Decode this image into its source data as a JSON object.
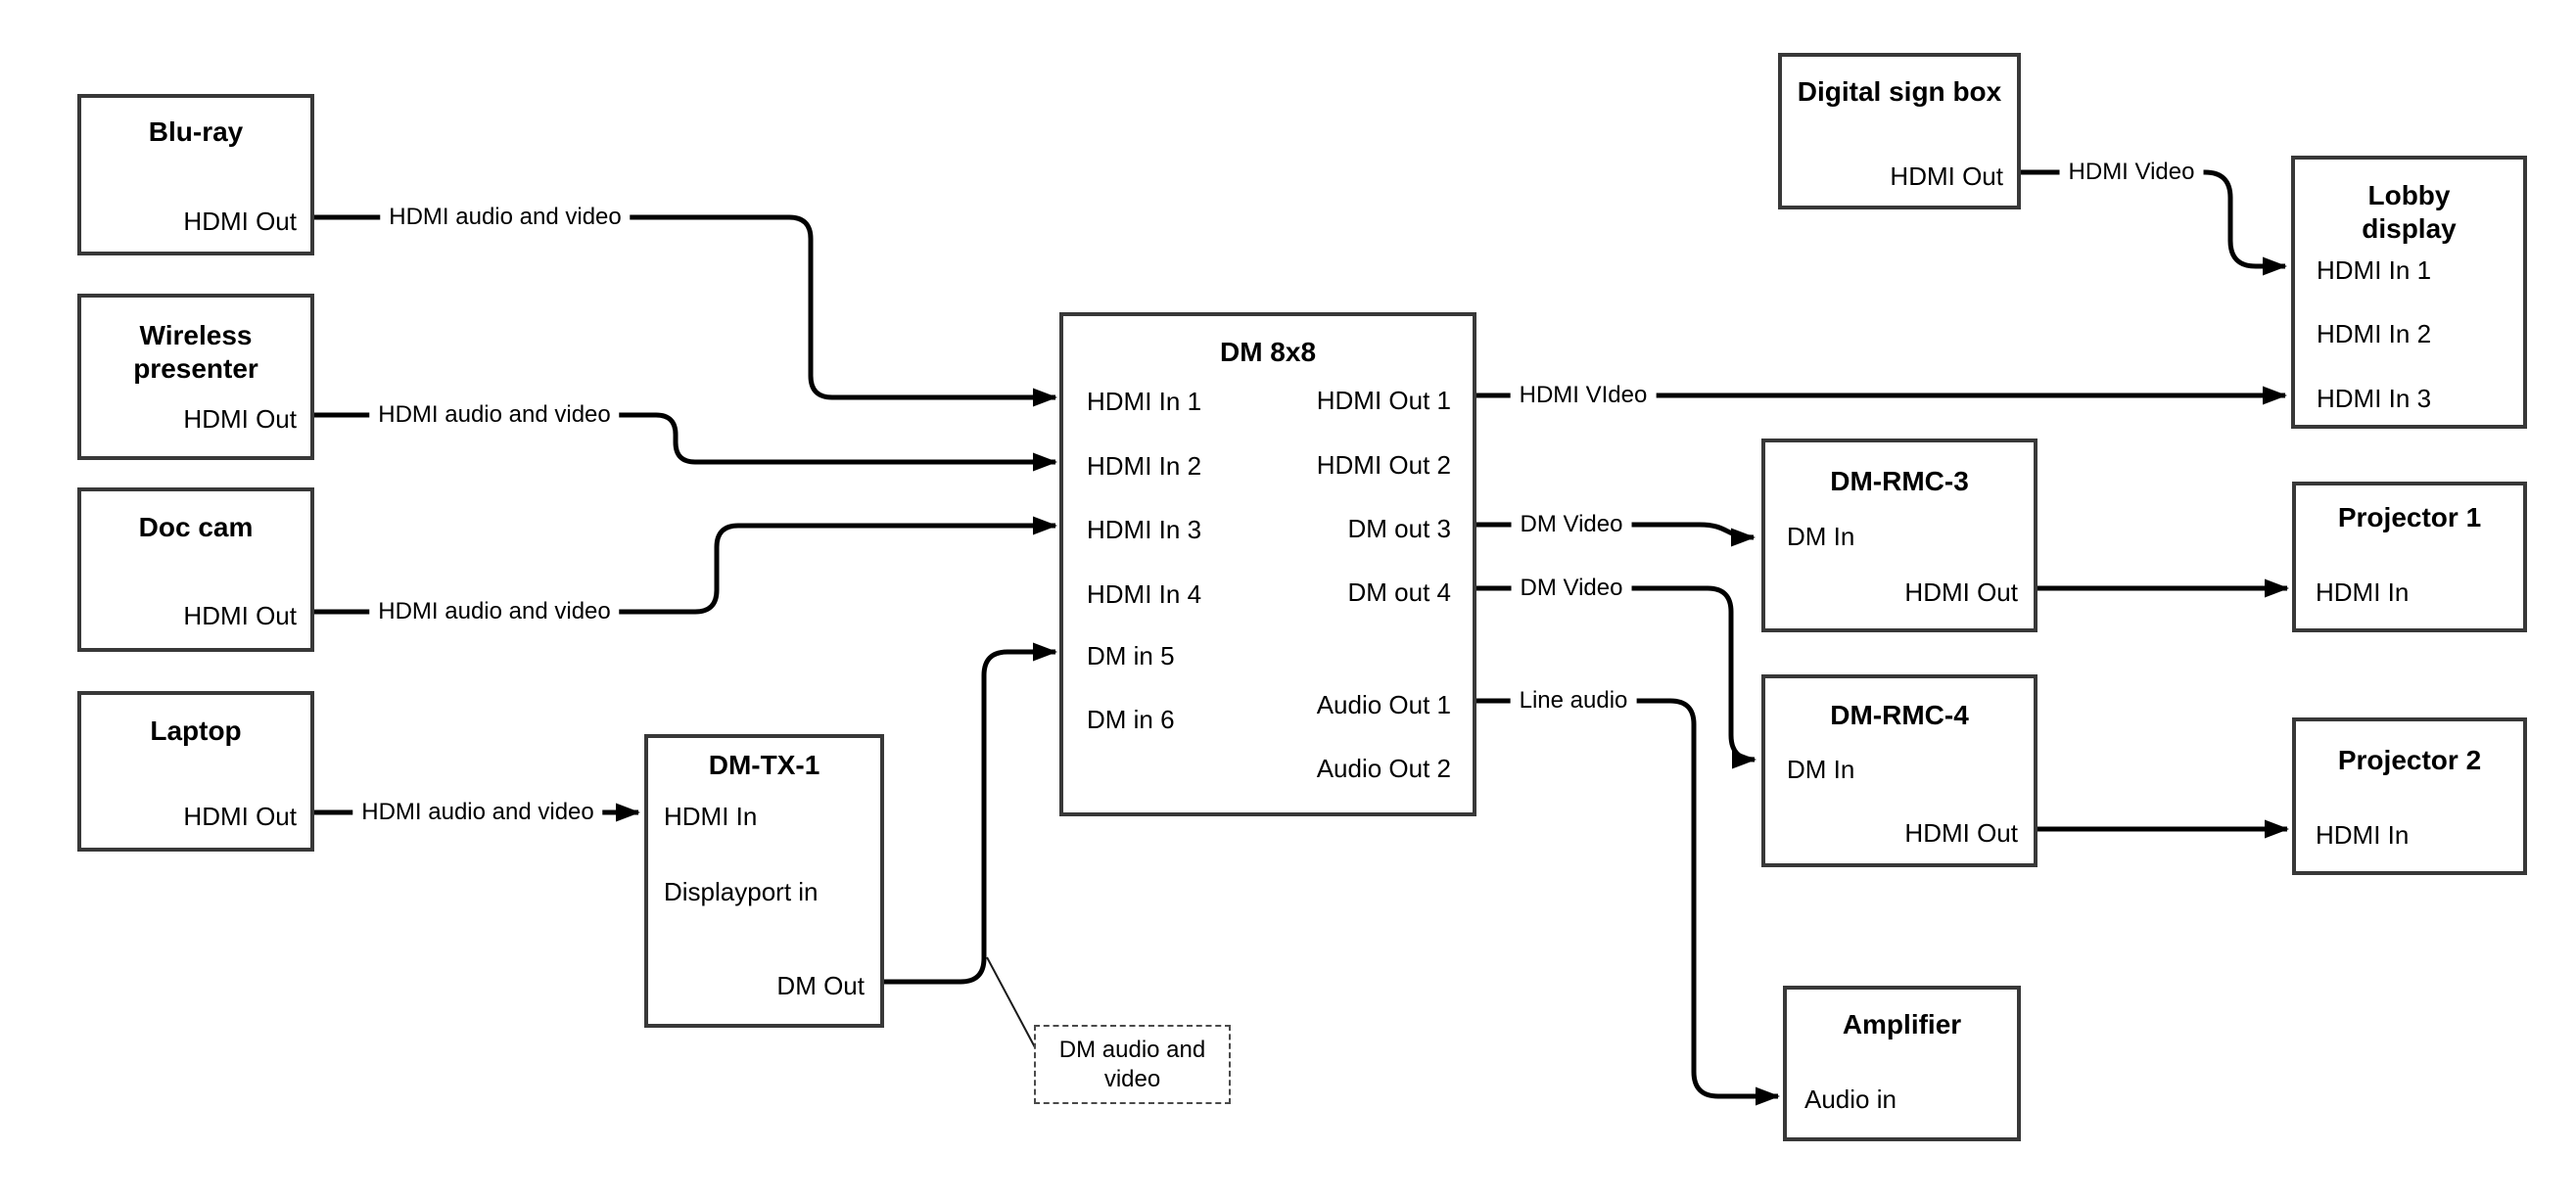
{
  "colors": {
    "background": "#ffffff",
    "line": "#000000",
    "box_border": "#383838",
    "text": "#000000"
  },
  "nodes": {
    "bluray": {
      "title": "Blu-ray",
      "ports": {
        "hdmi_out": "HDMI Out"
      }
    },
    "wireless_presenter": {
      "title": "Wireless presenter",
      "ports": {
        "hdmi_out": "HDMI Out"
      }
    },
    "doc_cam": {
      "title": "Doc cam",
      "ports": {
        "hdmi_out": "HDMI Out"
      }
    },
    "laptop": {
      "title": "Laptop",
      "ports": {
        "hdmi_out": "HDMI Out"
      }
    },
    "dm_tx_1": {
      "title": "DM-TX-1",
      "ports": {
        "hdmi_in": "HDMI In",
        "displayport_in": "Displayport in",
        "dm_out": "DM Out"
      }
    },
    "dm_8x8": {
      "title": "DM 8x8",
      "ports": {
        "hdmi_in_1": "HDMI In 1",
        "hdmi_in_2": "HDMI In 2",
        "hdmi_in_3": "HDMI In 3",
        "hdmi_in_4": "HDMI In 4",
        "dm_in_5": "DM in 5",
        "dm_in_6": "DM in 6",
        "hdmi_out_1": "HDMI Out 1",
        "hdmi_out_2": "HDMI Out 2",
        "dm_out_3": "DM out 3",
        "dm_out_4": "DM out 4",
        "audio_out_1": "Audio Out 1",
        "audio_out_2": "Audio Out 2"
      }
    },
    "digital_sign_box": {
      "title": "Digital sign box",
      "ports": {
        "hdmi_out": "HDMI Out"
      }
    },
    "lobby_display": {
      "title": "Lobby display",
      "ports": {
        "hdmi_in_1": "HDMI In 1",
        "hdmi_in_2": "HDMI In 2",
        "hdmi_in_3": "HDMI In 3"
      }
    },
    "dm_rmc_3": {
      "title": "DM-RMC-3",
      "ports": {
        "dm_in": "DM In",
        "hdmi_out": "HDMI Out"
      }
    },
    "projector_1": {
      "title": "Projector 1",
      "ports": {
        "hdmi_in": "HDMI In"
      }
    },
    "dm_rmc_4": {
      "title": "DM-RMC-4",
      "ports": {
        "dm_in": "DM In",
        "hdmi_out": "HDMI Out"
      }
    },
    "projector_2": {
      "title": "Projector 2",
      "ports": {
        "hdmi_in": "HDMI In"
      }
    },
    "amplifier": {
      "title": "Amplifier",
      "ports": {
        "audio_in": "Audio in"
      }
    }
  },
  "connection_labels": {
    "bluray_to_dm8x8": "HDMI audio and video",
    "wireless_to_dm8x8": "HDMI audio and video",
    "doc_cam_to_dm8x8": "HDMI audio and video",
    "laptop_to_dmtx1": "HDMI audio and video",
    "hdmi_out_1_to_lobby": "HDMI VIdeo",
    "sign_to_lobby": "HDMI Video",
    "dm_out_3_to_rmc3": "DM Video",
    "dm_out_4_to_rmc4": "DM Video",
    "audio_out_1_to_amplifier": "Line audio"
  },
  "callout": {
    "text": "DM audio and video"
  }
}
